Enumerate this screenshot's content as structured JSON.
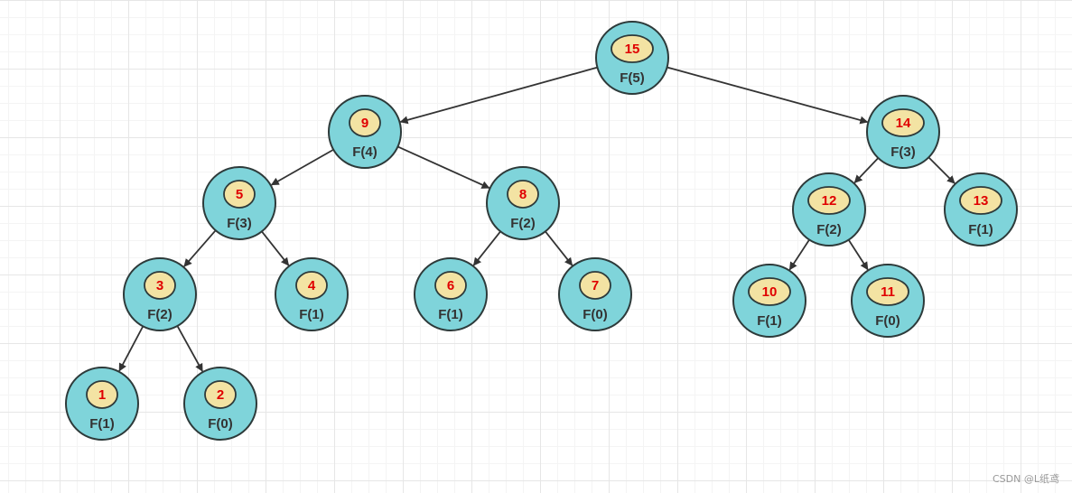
{
  "diagram": {
    "nodes": [
      {
        "id": "n15",
        "order": "15",
        "call": "F(5)"
      },
      {
        "id": "n9",
        "order": "9",
        "call": "F(4)"
      },
      {
        "id": "n14",
        "order": "14",
        "call": "F(3)"
      },
      {
        "id": "n5",
        "order": "5",
        "call": "F(3)"
      },
      {
        "id": "n8",
        "order": "8",
        "call": "F(2)"
      },
      {
        "id": "n12",
        "order": "12",
        "call": "F(2)"
      },
      {
        "id": "n13",
        "order": "13",
        "call": "F(1)"
      },
      {
        "id": "n3",
        "order": "3",
        "call": "F(2)"
      },
      {
        "id": "n4",
        "order": "4",
        "call": "F(1)"
      },
      {
        "id": "n6",
        "order": "6",
        "call": "F(1)"
      },
      {
        "id": "n7",
        "order": "7",
        "call": "F(0)"
      },
      {
        "id": "n10",
        "order": "10",
        "call": "F(1)"
      },
      {
        "id": "n11",
        "order": "11",
        "call": "F(0)"
      },
      {
        "id": "n1",
        "order": "1",
        "call": "F(1)"
      },
      {
        "id": "n2",
        "order": "2",
        "call": "F(0)"
      }
    ],
    "edges": [
      [
        "n15",
        "n9"
      ],
      [
        "n15",
        "n14"
      ],
      [
        "n9",
        "n5"
      ],
      [
        "n9",
        "n8"
      ],
      [
        "n14",
        "n12"
      ],
      [
        "n14",
        "n13"
      ],
      [
        "n5",
        "n3"
      ],
      [
        "n5",
        "n4"
      ],
      [
        "n8",
        "n6"
      ],
      [
        "n8",
        "n7"
      ],
      [
        "n12",
        "n10"
      ],
      [
        "n12",
        "n11"
      ],
      [
        "n3",
        "n1"
      ],
      [
        "n3",
        "n2"
      ]
    ]
  },
  "watermark": "CSDN @L纸鸢"
}
